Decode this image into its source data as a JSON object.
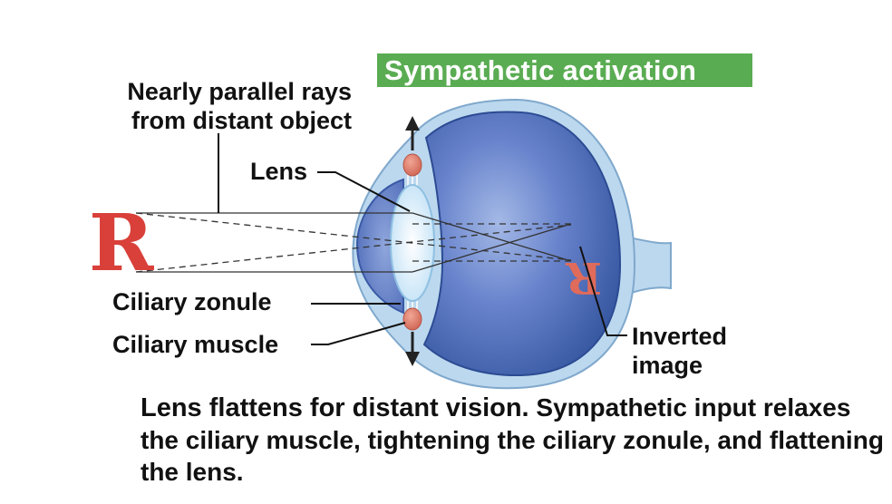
{
  "banner": {
    "text": "Sympathetic activation",
    "color": "#5aac52"
  },
  "labels": {
    "rays_line1": "Nearly parallel rays",
    "rays_line2": "from distant object",
    "lens": "Lens",
    "ciliary_zonule": "Ciliary zonule",
    "ciliary_muscle": "Ciliary muscle",
    "inverted_line1": "Inverted",
    "inverted_line2": "image"
  },
  "object_letter": "R",
  "caption": {
    "title": "Lens flattens for distant vision.",
    "body": " Sympathetic input relaxes the ciliary muscle, tightening the ciliary zonule, and flattening the lens."
  },
  "colors": {
    "sclera": "#bcd8ee",
    "eyeball": "#3c5fb3",
    "eyeball_light": "#8fa8dc",
    "lens": "#e6f3fc",
    "muscle": "#e07d6d",
    "object_letter": "#d9403a"
  },
  "icons": {
    "arrow_up": "arrow-up-icon",
    "arrow_down": "arrow-down-icon"
  }
}
